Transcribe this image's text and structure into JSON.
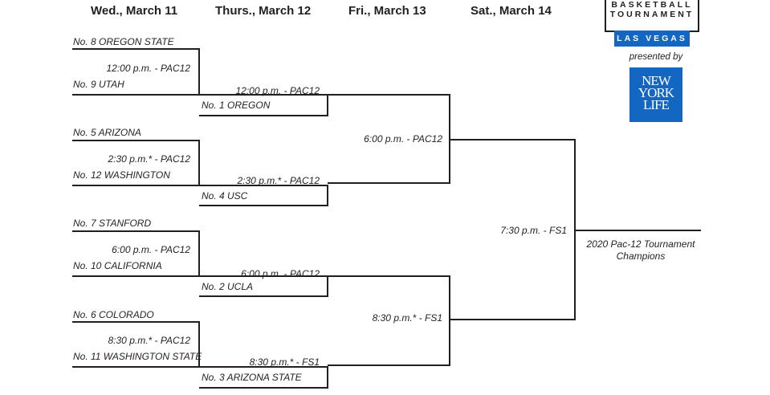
{
  "days": [
    "Wed., March 11",
    "Thurs., March 12",
    "Fri., March 13",
    "Sat., March 14"
  ],
  "logo": {
    "line1": "BASKETBALL",
    "line2": "TOURNAMENT",
    "location": "LAS VEGAS",
    "presented_by": "presented by",
    "sponsor_lines": [
      "NEW",
      "YORK",
      "LIFE"
    ]
  },
  "round1": [
    {
      "top": "No. 8 OREGON STATE",
      "bottom": "No. 9 UTAH",
      "time": "12:00 p.m. - PAC12"
    },
    {
      "top": "No. 5 ARIZONA",
      "bottom": "No. 12 WASHINGTON",
      "time": "2:30 p.m.* - PAC12"
    },
    {
      "top": "No. 7 STANFORD",
      "bottom": "No. 10 CALIFORNIA",
      "time": "6:00 p.m. - PAC12"
    },
    {
      "top": "No. 6 COLORADO",
      "bottom": "No. 11 WASHINGTON STATE",
      "time": "8:30 p.m.* - PAC12"
    }
  ],
  "quarterfinals": [
    {
      "seed": "No. 1 OREGON",
      "time": "12:00 p.m. - PAC12"
    },
    {
      "seed": "No. 4 USC",
      "time": "2:30 p.m.* - PAC12"
    },
    {
      "seed": "No. 2 UCLA",
      "time": "6:00 p.m. - PAC12"
    },
    {
      "seed": "No. 3 ARIZONA STATE",
      "time": "8:30 p.m.* - FS1"
    }
  ],
  "semifinals": [
    {
      "time": "6:00 p.m. - PAC12"
    },
    {
      "time": "8:30 p.m.* - FS1"
    }
  ],
  "final": {
    "time": "7:30 p.m. - FS1"
  },
  "champion": {
    "line1": "2020 Pac-12 Tournament",
    "line2": "Champions"
  }
}
